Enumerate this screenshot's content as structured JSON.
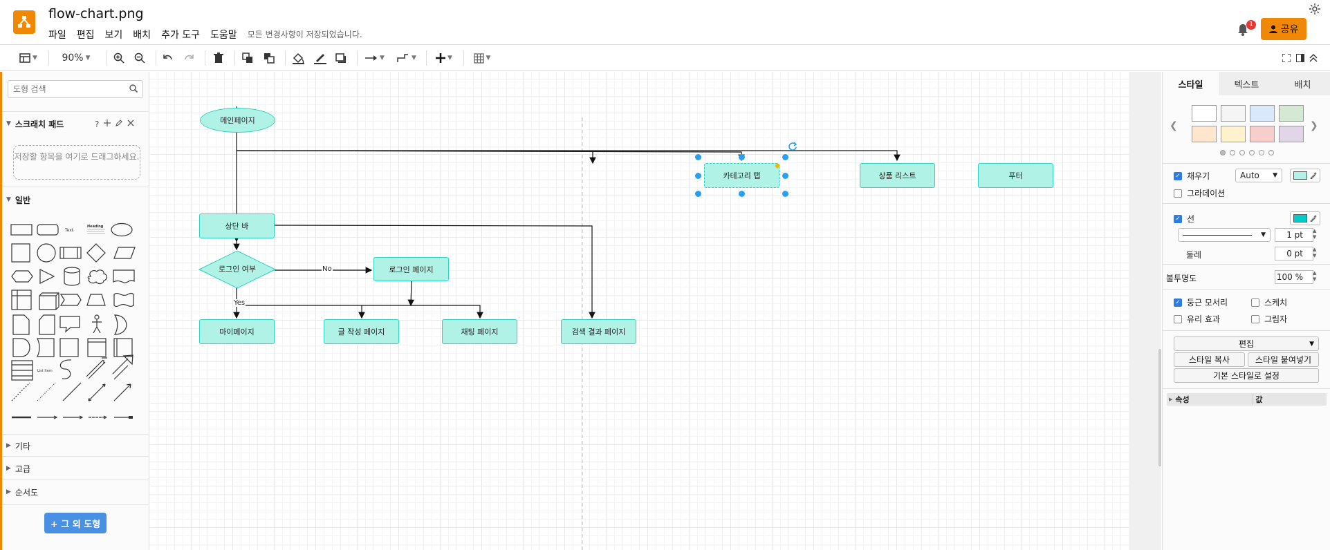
{
  "app": {
    "title": "flow-chart.png",
    "saved_status": "모든 변경사항이 저장되었습니다.",
    "notification_count": "1",
    "share_label": "공유"
  },
  "menu": [
    "파일",
    "편집",
    "보기",
    "배치",
    "추가 도구",
    "도움말"
  ],
  "toolbar": {
    "zoom": "90%"
  },
  "left_panel": {
    "search_placeholder": "도형 검색",
    "scratchpad_title": "스크래치 패드",
    "scratchpad_help": "?",
    "scratchpad_hint": "저장할 항목을 여기로 드래그하세요.",
    "general_title": "일반",
    "sections": [
      "기타",
      "고급",
      "순서도"
    ],
    "more_shapes": "+ 그 외 도형",
    "shape_text_label": "Text",
    "shape_heading_label": "Heading",
    "shape_list_label": "List Item"
  },
  "diagram": {
    "nodes": {
      "main": "메인페이지",
      "topbar": "상단 바",
      "login_check": "로그인 여부",
      "login_page": "로그인 페이지",
      "mypage": "마이페이지",
      "write": "글 작성 페이지",
      "chat": "채팅 페이지",
      "search_result": "검색 결과 페이지",
      "category": "카테고리 탭",
      "product_list": "상품 리스트",
      "footer": "푸터"
    },
    "edge_labels": {
      "no": "No",
      "yes": "Yes"
    },
    "colors": {
      "fill": "#b0f2e6",
      "stroke": "#2ed1c2",
      "selection": "#29a0f0"
    }
  },
  "right_panel": {
    "tabs": [
      "스타일",
      "텍스트",
      "배치"
    ],
    "swatches": [
      "#ffffff",
      "#f5f5f5",
      "#dae8fc",
      "#d5e8d4",
      "#ffe6cc",
      "#fff2cc",
      "#f8cecc",
      "#e1d5e7"
    ],
    "fill_label": "채우기",
    "fill_mode": "Auto",
    "fill_color": "#b0f2e6",
    "gradient_label": "그라데이션",
    "line_label": "선",
    "line_color": "#00cccc",
    "line_width": "1 pt",
    "perimeter_label": "둘레",
    "perimeter_value": "0 pt",
    "opacity_label": "불투명도",
    "opacity_value": "100 %",
    "rounded_label": "둥근 모서리",
    "sketch_label": "스케치",
    "glass_label": "유리 효과",
    "shadow_label": "그림자",
    "edit_label": "편집",
    "copy_style": "스타일 복사",
    "paste_style": "스타일 붙여넣기",
    "default_style": "기본 스타일로 설정",
    "prop_col": "속성",
    "value_col": "값"
  }
}
